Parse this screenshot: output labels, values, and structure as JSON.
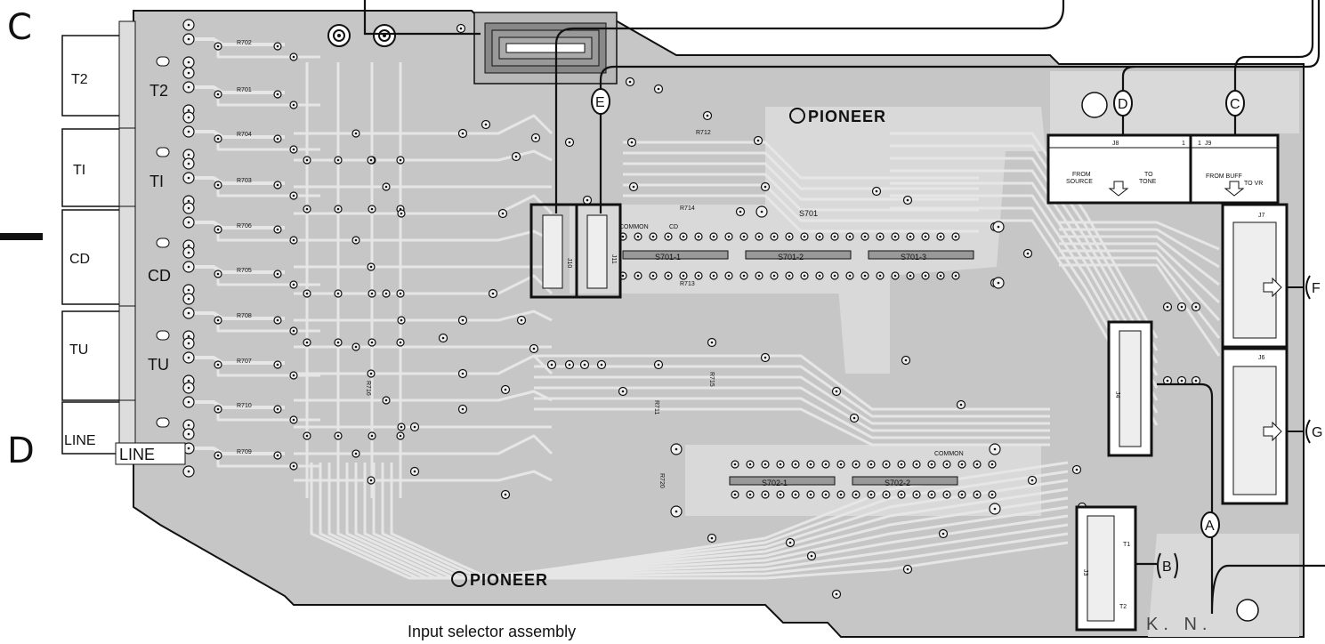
{
  "corner_labels": {
    "top_left": "C",
    "bottom_left": "D"
  },
  "jacks": [
    {
      "outer": "T2",
      "inner": "T2"
    },
    {
      "outer": "TI",
      "inner": "TI"
    },
    {
      "outer": "CD",
      "inner": "CD"
    },
    {
      "outer": "TU",
      "inner": "TU"
    },
    {
      "outer": "LINE",
      "inner": "LINE"
    }
  ],
  "resistors": [
    "R702",
    "R701",
    "R704",
    "R703",
    "R706",
    "R705",
    "R708",
    "R707",
    "R710",
    "R709"
  ],
  "board_labels": {
    "r712": "R712",
    "r714": "R714",
    "r713": "R713",
    "r711": "R711",
    "r715": "R715",
    "r716": "R716",
    "r720": "R720",
    "s701": "S701",
    "s701_1": "S701-1",
    "s701_2": "S701-2",
    "s701_3": "S701-3",
    "s702_1": "S702-1",
    "s702_2": "S702-2",
    "common_top": "COMMON",
    "cd_small": "CD",
    "common_bottom": "COMMON",
    "j10": "J10",
    "j11": "J11",
    "j4": "J4",
    "j3": "J3",
    "j3_t1": "T1",
    "j3_t2": "T2",
    "j7": "J7",
    "j6": "J6"
  },
  "j8": {
    "title": "J8",
    "pin_one": "1",
    "from_line1": "FROM",
    "from_line2": "SOURCE",
    "to_line1": "TO",
    "to_line2": "TONE"
  },
  "j9": {
    "title": "J9",
    "pin_one": "1",
    "from_text": "FROM BUFF",
    "to_text": "TO VR"
  },
  "connectors": {
    "a": "A",
    "b": "B",
    "c": "C",
    "d": "D",
    "e": "E",
    "f": "F",
    "g": "G"
  },
  "brand": "PIONEER",
  "caption": "Input selector assembly",
  "initials": "K. N.",
  "colors": {
    "board": "#c9c9c9",
    "trace": "#e6e6e6",
    "ink": "#111111",
    "pad": "#f2f2f2"
  }
}
